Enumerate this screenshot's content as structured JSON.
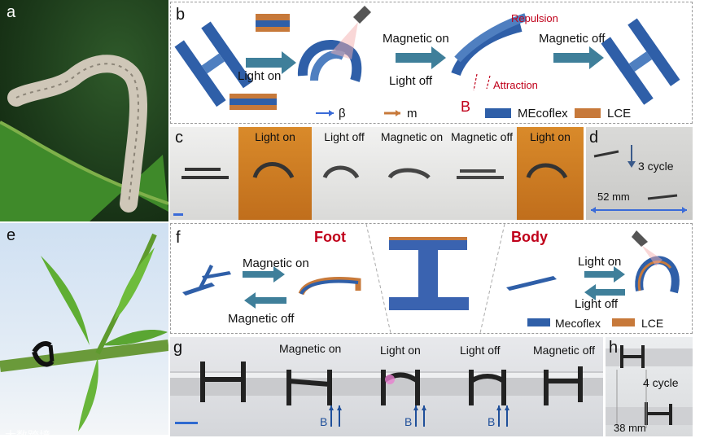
{
  "panels": {
    "a": {
      "label": "a"
    },
    "b": {
      "label": "b",
      "light_on": "Light on",
      "magnetic_on": "Magnetic on",
      "light_off": "Light off",
      "magnetic_off": "Magnetic off",
      "repulsion": "Repulsion",
      "attraction": "Attraction",
      "B": "B",
      "legend_beta": "β",
      "legend_m": "m",
      "legend_mecoflex": "MEcoflex",
      "legend_lce": "LCE"
    },
    "c": {
      "label": "c",
      "frames": [
        "Light on",
        "Light off",
        "Magnetic on",
        "Magnetic off",
        "Light on"
      ]
    },
    "d": {
      "label": "d",
      "cycle": "3 cycle",
      "distance": "52 mm"
    },
    "e": {
      "label": "e"
    },
    "f": {
      "label": "f",
      "foot_title": "Foot",
      "body_title": "Body",
      "foot_magnetic_on": "Magnetic on",
      "foot_magnetic_off": "Magnetic off",
      "body_light_on": "Light on",
      "body_light_off": "Light off",
      "legend_mecoflex": "Mecoflex",
      "legend_lce": "LCE"
    },
    "g": {
      "label": "g",
      "steps": [
        "Magnetic on",
        "Light on",
        "Light off",
        "Magnetic off"
      ],
      "B": "B"
    },
    "h": {
      "label": "h",
      "cycle": "4 cycle",
      "distance": "38 mm"
    }
  },
  "watermark": "大数跨境",
  "colors": {
    "accent_red": "#c0001a",
    "arrow_teal": "#3f7f9a",
    "ecoflex_blue": "#2f5fa8",
    "lce_orange": "#c7793a",
    "beta_blue": "#3a6bd8"
  }
}
